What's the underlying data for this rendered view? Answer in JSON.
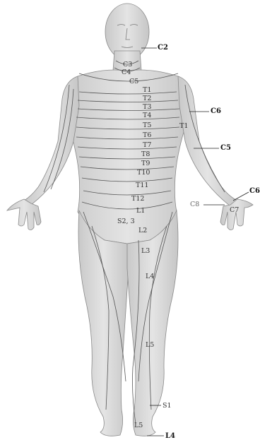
{
  "labels": {
    "c2": "C2",
    "c3": "C3",
    "c4": "C4",
    "c5": "C5",
    "t1": "T1",
    "t2": "T2",
    "t3": "T3",
    "t4": "T4",
    "t5": "T5",
    "t6": "T6",
    "t7": "T7",
    "t8": "T8",
    "t9": "T9",
    "t10": "T10",
    "t11": "T11",
    "t12": "T12",
    "c6_arm": "C6",
    "t1_arm": "T1",
    "c5_arm": "C5",
    "c6_hand": "C6",
    "c8_hand": "C8",
    "c7_hand": "C7",
    "l1": "L1",
    "s23": "S2, 3",
    "l2": "L2",
    "l3": "L3",
    "l4": "L4",
    "l5": "L5",
    "s1": "S1",
    "l5_foot": "L5",
    "l4_foot": "L4"
  },
  "colors": {
    "skin": "#d9d9d9",
    "skin_shade": "#bdbdbd",
    "line": "#555555",
    "ink": "#111111"
  }
}
